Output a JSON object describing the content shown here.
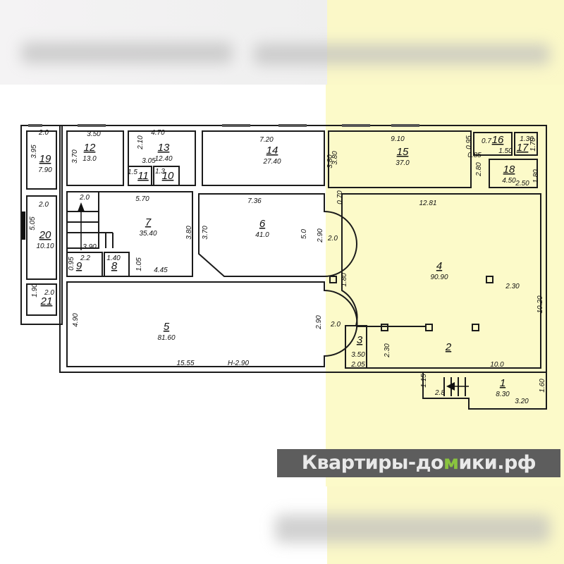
{
  "watermark": {
    "part1": "Квартиры-до",
    "part2": "м",
    "part3": "ики.рф"
  },
  "colors": {
    "highlight": "#fcfac9",
    "walls": "#1b1b1b",
    "watermark_bg": "#5d5d5d",
    "watermark_accent": "#8ac43f"
  },
  "rooms": [
    {
      "number": "19",
      "area": "7.90"
    },
    {
      "number": "12",
      "area": "13.0"
    },
    {
      "number": "13",
      "area": "12.40"
    },
    {
      "number": "11",
      "area": ""
    },
    {
      "number": "10",
      "area": ""
    },
    {
      "number": "14",
      "area": "27.40"
    },
    {
      "number": "15",
      "area": "37.0"
    },
    {
      "number": "16",
      "area": ""
    },
    {
      "number": "17",
      "area": ""
    },
    {
      "number": "18",
      "area": "4.50"
    },
    {
      "number": "20",
      "area": "10.10"
    },
    {
      "number": "7",
      "area": "35.40"
    },
    {
      "number": "6",
      "area": "41.0"
    },
    {
      "number": "9",
      "area": ""
    },
    {
      "number": "8",
      "area": ""
    },
    {
      "number": "21",
      "area": ""
    },
    {
      "number": "4",
      "area": "90.90"
    },
    {
      "number": "5",
      "area": "81.60"
    },
    {
      "number": "3",
      "area": ""
    },
    {
      "number": "2",
      "area": ""
    },
    {
      "number": "1",
      "area": "8.30"
    }
  ],
  "dimensions": [
    "2.0",
    "3.95",
    "3.50",
    "3.70",
    "4.70",
    "2.10",
    "3.05",
    "1.5",
    "1.3",
    "7.20",
    "3.80",
    "9.10",
    "3.80",
    "0.95",
    "0.7",
    "1.50",
    "1.30",
    "1.70",
    "0.85",
    "2.80",
    "1.80",
    "2.50",
    "2.0",
    "5.05",
    "2.0",
    "5.70",
    "7.36",
    "0.70",
    "12.81",
    "3.80",
    "3.70",
    "5.0",
    "2.90",
    "2.0",
    "3.90",
    "0.95",
    "2.2",
    "1.40",
    "1.05",
    "4.45",
    "1.90",
    "2.0",
    "1.80",
    "2.30",
    "10.20",
    "4.90",
    "2.90",
    "2.0",
    "3.50",
    "2.30",
    "2.05",
    "15.55",
    "H-2.90",
    "10.0",
    "1.15",
    "2.8",
    "1.60",
    "3.20"
  ]
}
